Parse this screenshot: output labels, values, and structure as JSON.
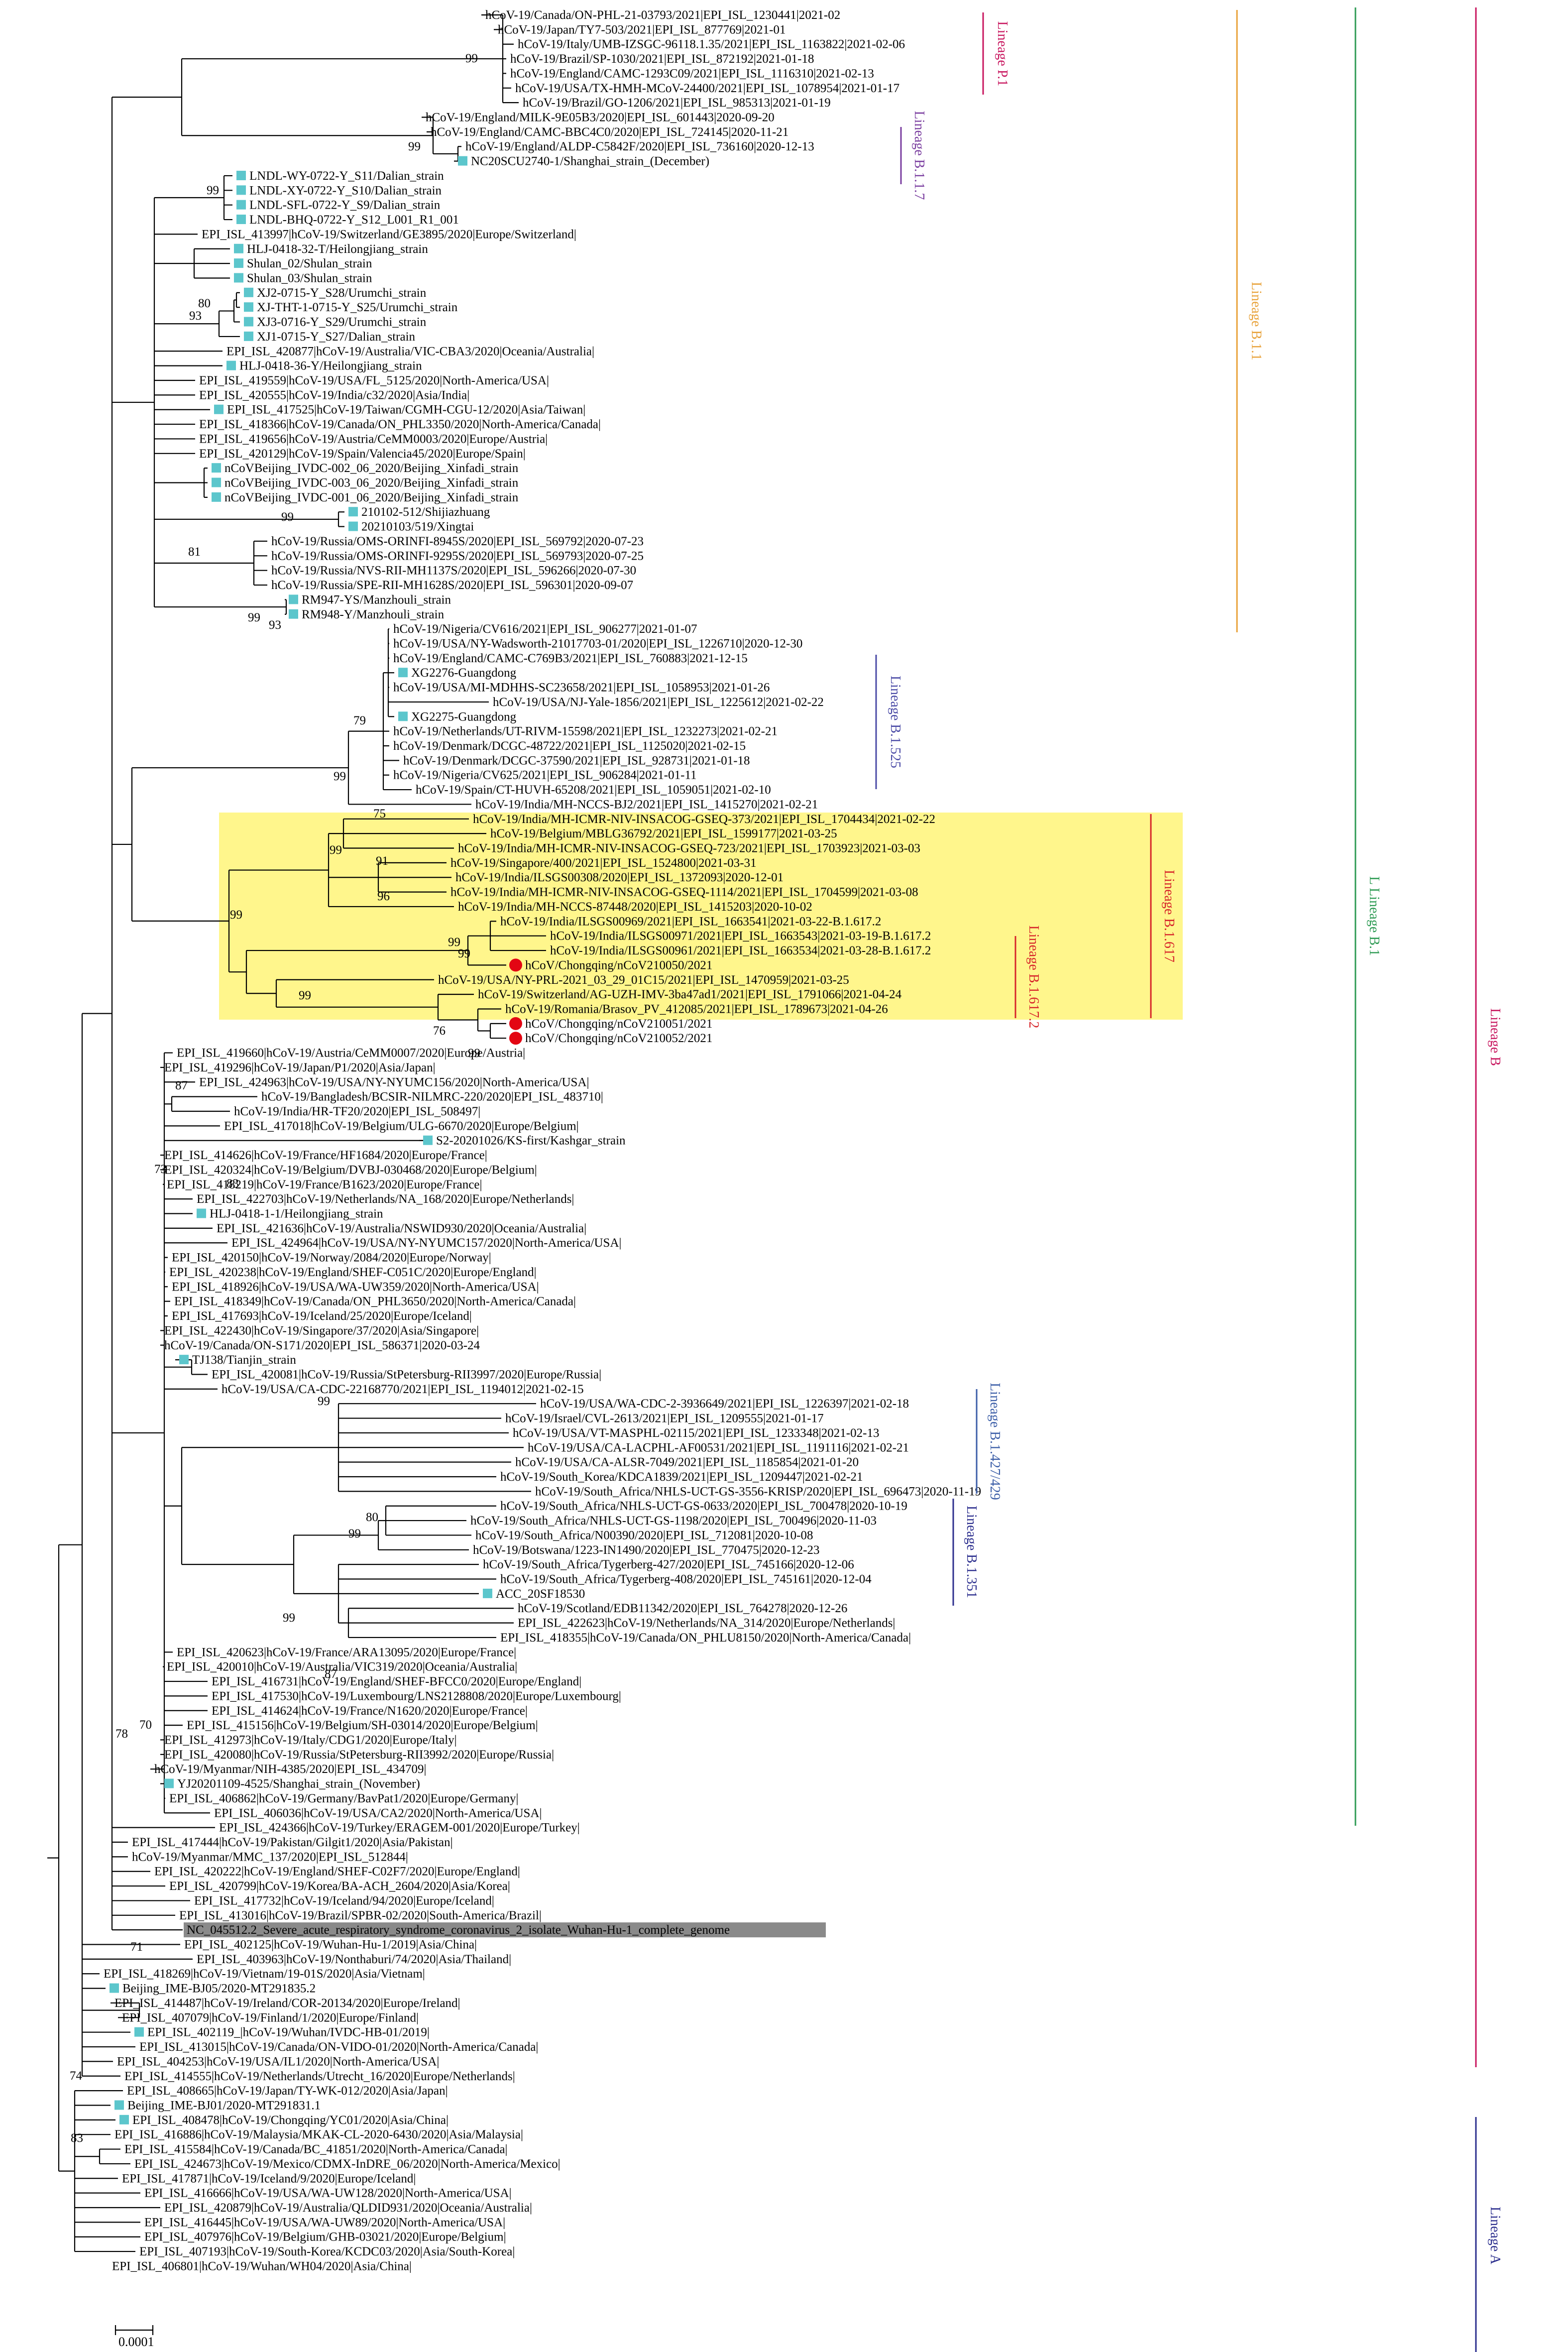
{
  "tree": {
    "scale_bar": "0.0001",
    "highlight_color": "#fff68c",
    "reference_color": "#8a8a8a",
    "marker_colors": {
      "square": "#5cc6cc",
      "circle": "#e30613"
    },
    "tips": [
      {
        "label": "hCoV-19/Canada/ON-PHL-21-03793/2021|EPI_ISL_1230441|2021-02"
      },
      {
        "label": "hCoV-19/Japan/TY7-503/2021|EPI_ISL_877769|2021-01"
      },
      {
        "label": "hCoV-19/Italy/UMB-IZSGC-96118.1.35/2021|EPI_ISL_1163822|2021-02-06"
      },
      {
        "label": "hCoV-19/Brazil/SP-1030/2021|EPI_ISL_872192|2021-01-18"
      },
      {
        "label": "hCoV-19/England/CAMC-1293C09/2021|EPI_ISL_1116310|2021-02-13"
      },
      {
        "label": "hCoV-19/USA/TX-HMH-MCoV-24400/2021|EPI_ISL_1078954|2021-01-17"
      },
      {
        "label": "hCoV-19/Brazil/GO-1206/2021|EPI_ISL_985313|2021-01-19"
      },
      {
        "label": "hCoV-19/England/MILK-9E05B3/2020|EPI_ISL_601443|2020-09-20"
      },
      {
        "label": "hCoV-19/England/CAMC-BBC4C0/2020|EPI_ISL_724145|2020-11-21"
      },
      {
        "label": "hCoV-19/England/ALDP-C5842F/2020|EPI_ISL_736160|2020-12-13"
      },
      {
        "label": "NC20SCU2740-1/Shanghai_strain_(December)",
        "marker": "square"
      },
      {
        "label": "LNDL-WY-0722-Y_S11/Dalian_strain",
        "marker": "square"
      },
      {
        "label": "LNDL-XY-0722-Y_S10/Dalian_strain",
        "marker": "square"
      },
      {
        "label": "LNDL-SFL-0722-Y_S9/Dalian_strain",
        "marker": "square"
      },
      {
        "label": "LNDL-BHQ-0722-Y_S12_L001_R1_001",
        "marker": "square"
      },
      {
        "label": "EPI_ISL_413997|hCoV-19/Switzerland/GE3895/2020|Europe/Switzerland|"
      },
      {
        "label": "HLJ-0418-32-T/Heilongjiang_strain",
        "marker": "square"
      },
      {
        "label": "Shulan_02/Shulan_strain",
        "marker": "square"
      },
      {
        "label": "Shulan_03/Shulan_strain",
        "marker": "square"
      },
      {
        "label": "XJ2-0715-Y_S28/Urumchi_strain",
        "marker": "square"
      },
      {
        "label": "XJ-THT-1-0715-Y_S25/Urumchi_strain",
        "marker": "square"
      },
      {
        "label": "XJ3-0716-Y_S29/Urumchi_strain",
        "marker": "square"
      },
      {
        "label": "XJ1-0715-Y_S27/Dalian_strain",
        "marker": "square"
      },
      {
        "label": "EPI_ISL_420877|hCoV-19/Australia/VIC-CBA3/2020|Oceania/Australia|"
      },
      {
        "label": "HLJ-0418-36-Y/Heilongjiang_strain",
        "marker": "square"
      },
      {
        "label": "EPI_ISL_419559|hCoV-19/USA/FL_5125/2020|North-America/USA|"
      },
      {
        "label": "EPI_ISL_420555|hCoV-19/India/c32/2020|Asia/India|"
      },
      {
        "label": "EPI_ISL_417525|hCoV-19/Taiwan/CGMH-CGU-12/2020|Asia/Taiwan|",
        "marker": "square"
      },
      {
        "label": "EPI_ISL_418366|hCoV-19/Canada/ON_PHL3350/2020|North-America/Canada|"
      },
      {
        "label": "EPI_ISL_419656|hCoV-19/Austria/CeMM0003/2020|Europe/Austria|"
      },
      {
        "label": "EPI_ISL_420129|hCoV-19/Spain/Valencia45/2020|Europe/Spain|"
      },
      {
        "label": "nCoVBeijing_IVDC-002_06_2020/Beijing_Xinfadi_strain",
        "marker": "square"
      },
      {
        "label": "nCoVBeijing_IVDC-003_06_2020/Beijing_Xinfadi_strain",
        "marker": "square"
      },
      {
        "label": "nCoVBeijing_IVDC-001_06_2020/Beijing_Xinfadi_strain",
        "marker": "square"
      },
      {
        "label": "210102-512/Shijiazhuang",
        "marker": "square"
      },
      {
        "label": "20210103/519/Xingtai",
        "marker": "square"
      },
      {
        "label": "hCoV-19/Russia/OMS-ORINFI-8945S/2020|EPI_ISL_569792|2020-07-23"
      },
      {
        "label": "hCoV-19/Russia/OMS-ORINFI-9295S/2020|EPI_ISL_569793|2020-07-25"
      },
      {
        "label": "hCoV-19/Russia/NVS-RII-MH1137S/2020|EPI_ISL_596266|2020-07-30"
      },
      {
        "label": "hCoV-19/Russia/SPE-RII-MH1628S/2020|EPI_ISL_596301|2020-09-07"
      },
      {
        "label": "RM947-YS/Manzhouli_strain",
        "marker": "square"
      },
      {
        "label": "RM948-Y/Manzhouli_strain",
        "marker": "square"
      },
      {
        "label": "hCoV-19/Nigeria/CV616/2021|EPI_ISL_906277|2021-01-07"
      },
      {
        "label": "hCoV-19/USA/NY-Wadsworth-21017703-01/2020|EPI_ISL_1226710|2020-12-30"
      },
      {
        "label": "hCoV-19/England/CAMC-C769B3/2021|EPI_ISL_760883|2021-12-15"
      },
      {
        "label": "XG2276-Guangdong",
        "marker": "square"
      },
      {
        "label": "hCoV-19/USA/MI-MDHHS-SC23658/2021|EPI_ISL_1058953|2021-01-26"
      },
      {
        "label": "hCoV-19/USA/NJ-Yale-1856/2021|EPI_ISL_1225612|2021-02-22"
      },
      {
        "label": "XG2275-Guangdong",
        "marker": "square"
      },
      {
        "label": "hCoV-19/Netherlands/UT-RIVM-15598/2021|EPI_ISL_1232273|2021-02-21"
      },
      {
        "label": "hCoV-19/Denmark/DCGC-48722/2021|EPI_ISL_1125020|2021-02-15"
      },
      {
        "label": "hCoV-19/Denmark/DCGC-37590/2021|EPI_ISL_928731|2021-01-18"
      },
      {
        "label": "hCoV-19/Nigeria/CV625/2021|EPI_ISL_906284|2021-01-11"
      },
      {
        "label": "hCoV-19/Spain/CT-HUVH-65208/2021|EPI_ISL_1059051|2021-02-10"
      },
      {
        "label": "hCoV-19/India/MH-NCCS-BJ2/2021|EPI_ISL_1415270|2021-02-21"
      },
      {
        "label": "hCoV-19/India/MH-ICMR-NIV-INSACOG-GSEQ-373/2021|EPI_ISL_1704434|2021-02-22"
      },
      {
        "label": "hCoV-19/Belgium/MBLG36792/2021|EPI_ISL_1599177|2021-03-25"
      },
      {
        "label": "hCoV-19/India/MH-ICMR-NIV-INSACOG-GSEQ-723/2021|EPI_ISL_1703923|2021-03-03"
      },
      {
        "label": "hCoV-19/Singapore/400/2021|EPI_ISL_1524800|2021-03-31"
      },
      {
        "label": "hCoV-19/India/ILSGS00308/2020|EPI_ISL_1372093|2020-12-01"
      },
      {
        "label": "hCoV-19/India/MH-ICMR-NIV-INSACOG-GSEQ-1114/2021|EPI_ISL_1704599|2021-03-08"
      },
      {
        "label": "hCoV-19/India/MH-NCCS-87448/2020|EPI_ISL_1415203|2020-10-02"
      },
      {
        "label": "hCoV-19/India/ILSGS00969/2021|EPI_ISL_1663541|2021-03-22-B.1.617.2"
      },
      {
        "label": "hCoV-19/India/ILSGS00971/2021|EPI_ISL_1663543|2021-03-19-B.1.617.2"
      },
      {
        "label": "hCoV-19/India/ILSGS00961/2021|EPI_ISL_1663534|2021-03-28-B.1.617.2"
      },
      {
        "label": "hCoV/Chongqing/nCoV210050/2021",
        "marker": "circle"
      },
      {
        "label": "hCoV-19/USA/NY-PRL-2021_03_29_01C15/2021|EPI_ISL_1470959|2021-03-25"
      },
      {
        "label": "hCoV-19/Switzerland/AG-UZH-IMV-3ba47ad1/2021|EPI_ISL_1791066|2021-04-24"
      },
      {
        "label": "hCoV-19/Romania/Brasov_PV_412085/2021|EPI_ISL_1789673|2021-04-26"
      },
      {
        "label": "hCoV/Chongqing/nCoV210051/2021",
        "marker": "circle"
      },
      {
        "label": "hCoV/Chongqing/nCoV210052/2021",
        "marker": "circle"
      },
      {
        "label": "EPI_ISL_419660|hCoV-19/Austria/CeMM0007/2020|Europe/Austria|"
      },
      {
        "label": "EPI_ISL_419296|hCoV-19/Japan/P1/2020|Asia/Japan|"
      },
      {
        "label": "EPI_ISL_424963|hCoV-19/USA/NY-NYUMC156/2020|North-America/USA|"
      },
      {
        "label": "hCoV-19/Bangladesh/BCSIR-NILMRC-220/2020|EPI_ISL_483710|"
      },
      {
        "label": "hCoV-19/India/HR-TF20/2020|EPI_ISL_508497|"
      },
      {
        "label": "EPI_ISL_417018|hCoV-19/Belgium/ULG-6670/2020|Europe/Belgium|"
      },
      {
        "label": "S2-20201026/KS-first/Kashgar_strain",
        "marker": "square"
      },
      {
        "label": "EPI_ISL_414626|hCoV-19/France/HF1684/2020|Europe/France|"
      },
      {
        "label": "EPI_ISL_420324|hCoV-19/Belgium/DVBJ-030468/2020|Europe/Belgium|"
      },
      {
        "label": "EPI_ISL_418219|hCoV-19/France/B1623/2020|Europe/France|"
      },
      {
        "label": "EPI_ISL_422703|hCoV-19/Netherlands/NA_168/2020|Europe/Netherlands|"
      },
      {
        "label": "HLJ-0418-1-1/Heilongjiang_strain",
        "marker": "square"
      },
      {
        "label": "EPI_ISL_421636|hCoV-19/Australia/NSWID930/2020|Oceania/Australia|"
      },
      {
        "label": "EPI_ISL_424964|hCoV-19/USA/NY-NYUMC157/2020|North-America/USA|"
      },
      {
        "label": "EPI_ISL_420150|hCoV-19/Norway/2084/2020|Europe/Norway|"
      },
      {
        "label": "EPI_ISL_420238|hCoV-19/England/SHEF-C051C/2020|Europe/England|"
      },
      {
        "label": "EPI_ISL_418926|hCoV-19/USA/WA-UW359/2020|North-America/USA|"
      },
      {
        "label": "EPI_ISL_418349|hCoV-19/Canada/ON_PHL3650/2020|North-America/Canada|"
      },
      {
        "label": "EPI_ISL_417693|hCoV-19/Iceland/25/2020|Europe/Iceland|"
      },
      {
        "label": "EPI_ISL_422430|hCoV-19/Singapore/37/2020|Asia/Singapore|"
      },
      {
        "label": "hCoV-19/Canada/ON-S171/2020|EPI_ISL_586371|2020-03-24"
      },
      {
        "label": "TJ138/Tianjin_strain",
        "marker": "square"
      },
      {
        "label": "EPI_ISL_420081|hCoV-19/Russia/StPetersburg-RII3997/2020|Europe/Russia|"
      },
      {
        "label": "hCoV-19/USA/CA-CDC-22168770/2021|EPI_ISL_1194012|2021-02-15"
      },
      {
        "label": "hCoV-19/USA/WA-CDC-2-3936649/2021|EPI_ISL_1226397|2021-02-18"
      },
      {
        "label": "hCoV-19/Israel/CVL-2613/2021|EPI_ISL_1209555|2021-01-17"
      },
      {
        "label": "hCoV-19/USA/VT-MASPHL-02115/2021|EPI_ISL_1233348|2021-02-13"
      },
      {
        "label": "hCoV-19/USA/CA-LACPHL-AF00531/2021|EPI_ISL_1191116|2021-02-21"
      },
      {
        "label": "hCoV-19/USA/CA-ALSR-7049/2021|EPI_ISL_1185854|2021-01-20"
      },
      {
        "label": "hCoV-19/South_Korea/KDCA1839/2021|EPI_ISL_1209447|2021-02-21"
      },
      {
        "label": "hCoV-19/South_Africa/NHLS-UCT-GS-3556-KRISP/2020|EPI_ISL_696473|2020-11-19"
      },
      {
        "label": "hCoV-19/South_Africa/NHLS-UCT-GS-0633/2020|EPI_ISL_700478|2020-10-19"
      },
      {
        "label": "hCoV-19/South_Africa/NHLS-UCT-GS-1198/2020|EPI_ISL_700496|2020-11-03"
      },
      {
        "label": "hCoV-19/South_Africa/N00390/2020|EPI_ISL_712081|2020-10-08"
      },
      {
        "label": "hCoV-19/Botswana/1223-IN1490/2020|EPI_ISL_770475|2020-12-23"
      },
      {
        "label": "hCoV-19/South_Africa/Tygerberg-427/2020|EPI_ISL_745166|2020-12-06"
      },
      {
        "label": "hCoV-19/South_Africa/Tygerberg-408/2020|EPI_ISL_745161|2020-12-04"
      },
      {
        "label": "ACC_20SF18530",
        "marker": "square"
      },
      {
        "label": "hCoV-19/Scotland/EDB11342/2020|EPI_ISL_764278|2020-12-26"
      },
      {
        "label": "EPI_ISL_422623|hCoV-19/Netherlands/NA_314/2020|Europe/Netherlands|"
      },
      {
        "label": "EPI_ISL_418355|hCoV-19/Canada/ON_PHLU8150/2020|North-America/Canada|"
      },
      {
        "label": "EPI_ISL_420623|hCoV-19/France/ARA13095/2020|Europe/France|"
      },
      {
        "label": "EPI_ISL_420010|hCoV-19/Australia/VIC319/2020|Oceania/Australia|"
      },
      {
        "label": "EPI_ISL_416731|hCoV-19/England/SHEF-BFCC0/2020|Europe/England|"
      },
      {
        "label": "EPI_ISL_417530|hCoV-19/Luxembourg/LNS2128808/2020|Europe/Luxembourg|"
      },
      {
        "label": "EPI_ISL_414624|hCoV-19/France/N1620/2020|Europe/France|"
      },
      {
        "label": "EPI_ISL_415156|hCoV-19/Belgium/SH-03014/2020|Europe/Belgium|"
      },
      {
        "label": "EPI_ISL_412973|hCoV-19/Italy/CDG1/2020|Europe/Italy|"
      },
      {
        "label": "EPI_ISL_420080|hCoV-19/Russia/StPetersburg-RII3992/2020|Europe/Russia|"
      },
      {
        "label": "hCoV-19/Myanmar/NIH-4385/2020|EPI_ISL_434709|"
      },
      {
        "label": "YJ20201109-4525/Shanghai_strain_(November)",
        "marker": "square"
      },
      {
        "label": "EPI_ISL_406862|hCoV-19/Germany/BavPat1/2020|Europe/Germany|"
      },
      {
        "label": "EPI_ISL_406036|hCoV-19/USA/CA2/2020|North-America/USA|"
      },
      {
        "label": "EPI_ISL_424366|hCoV-19/Turkey/ERAGEM-001/2020|Europe/Turkey|"
      },
      {
        "label": "EPI_ISL_417444|hCoV-19/Pakistan/Gilgit1/2020|Asia/Pakistan|"
      },
      {
        "label": "hCoV-19/Myanmar/MMC_137/2020|EPI_ISL_512844|"
      },
      {
        "label": "EPI_ISL_420222|hCoV-19/England/SHEF-C02F7/2020|Europe/England|"
      },
      {
        "label": "EPI_ISL_420799|hCoV-19/Korea/BA-ACH_2604/2020|Asia/Korea|"
      },
      {
        "label": "EPI_ISL_417732|hCoV-19/Iceland/94/2020|Europe/Iceland|"
      },
      {
        "label": "EPI_ISL_413016|hCoV-19/Brazil/SPBR-02/2020|South-America/Brazil|"
      },
      {
        "label": "NC_045512.2_Severe_acute_respiratory_syndrome_coronavirus_2_isolate_Wuhan-Hu-1_complete_genome",
        "reference": true
      },
      {
        "label": "EPI_ISL_402125|hCoV-19/Wuhan-Hu-1/2019|Asia/China|"
      },
      {
        "label": "EPI_ISL_403963|hCoV-19/Nonthaburi/74/2020|Asia/Thailand|"
      },
      {
        "label": "EPI_ISL_418269|hCoV-19/Vietnam/19-01S/2020|Asia/Vietnam|"
      },
      {
        "label": "Beijing_IME-BJ05/2020-MT291835.2",
        "marker": "square"
      },
      {
        "label": "EPI_ISL_414487|hCoV-19/Ireland/COR-20134/2020|Europe/Ireland|"
      },
      {
        "label": "EPI_ISL_407079|hCoV-19/Finland/1/2020|Europe/Finland|"
      },
      {
        "label": "EPI_ISL_402119_|hCoV-19/Wuhan/IVDC-HB-01/2019|",
        "marker": "square"
      },
      {
        "label": "EPI_ISL_413015|hCoV-19/Canada/ON-VIDO-01/2020|North-America/Canada|"
      },
      {
        "label": "EPI_ISL_404253|hCoV-19/USA/IL1/2020|North-America/USA|"
      },
      {
        "label": "EPI_ISL_414555|hCoV-19/Netherlands/Utrecht_16/2020|Europe/Netherlands|"
      },
      {
        "label": "EPI_ISL_408665|hCoV-19/Japan/TY-WK-012/2020|Asia/Japan|"
      },
      {
        "label": "Beijing_IME-BJ01/2020-MT291831.1",
        "marker": "square"
      },
      {
        "label": "EPI_ISL_408478|hCoV-19/Chongqing/YC01/2020|Asia/China|",
        "marker": "square"
      },
      {
        "label": "EPI_ISL_416886|hCoV-19/Malaysia/MKAK-CL-2020-6430/2020|Asia/Malaysia|"
      },
      {
        "label": "EPI_ISL_415584|hCoV-19/Canada/BC_41851/2020|North-America/Canada|"
      },
      {
        "label": "EPI_ISL_424673|hCoV-19/Mexico/CDMX-InDRE_06/2020|North-America/Mexico|"
      },
      {
        "label": "EPI_ISL_417871|hCoV-19/Iceland/9/2020|Europe/Iceland|"
      },
      {
        "label": "EPI_ISL_416666|hCoV-19/USA/WA-UW128/2020|North-America/USA|"
      },
      {
        "label": "EPI_ISL_420879|hCoV-19/Australia/QLDID931/2020|Oceania/Australia|"
      },
      {
        "label": "EPI_ISL_416445|hCoV-19/USA/WA-UW89/2020|North-America/USA|"
      },
      {
        "label": "EPI_ISL_407976|hCoV-19/Belgium/GHB-03021/2020|Europe/Belgium|"
      },
      {
        "label": "EPI_ISL_407193|hCoV-19/South-Korea/KCDC03/2020|Asia/South-Korea|"
      },
      {
        "label": "EPI_ISL_406801|hCoV-19/Wuhan/WH04/2020|Asia/China|"
      }
    ],
    "bootstrap": [
      "99",
      "99",
      "99",
      "80",
      "93",
      "99",
      "81",
      "99",
      "93",
      "79",
      "99",
      "75",
      "99",
      "91",
      "96",
      "99",
      "99",
      "99",
      "99",
      "76",
      "99",
      "87",
      "73",
      "83",
      "99",
      "80",
      "99",
      "99",
      "87",
      "78",
      "70",
      "71",
      "74",
      "83"
    ],
    "clades": [
      {
        "label": "Lineage P.1",
        "color": "#c8175f"
      },
      {
        "label": "Lineage B.1.1.7",
        "color": "#7b3fa0"
      },
      {
        "label": "Lineage B.1.1",
        "color": "#e8a23a"
      },
      {
        "label": "Lineage B.1.525",
        "color": "#4a4aa6"
      },
      {
        "label": "Lineage B.1.617",
        "color": "#d7262b"
      },
      {
        "label": "Lineage B.1.617.2",
        "color": "#d7262b"
      },
      {
        "label": "Lineage B.1.427/429",
        "color": "#3d5fa8"
      },
      {
        "label": "Lineage B.1.351",
        "color": "#2c2f8e"
      },
      {
        "label": "L Lineage B.1",
        "color": "#2e9b54"
      },
      {
        "label": "Lineage B",
        "color": "#c8175f"
      },
      {
        "label": "Lineage A",
        "color": "#2c2f8e"
      }
    ]
  }
}
